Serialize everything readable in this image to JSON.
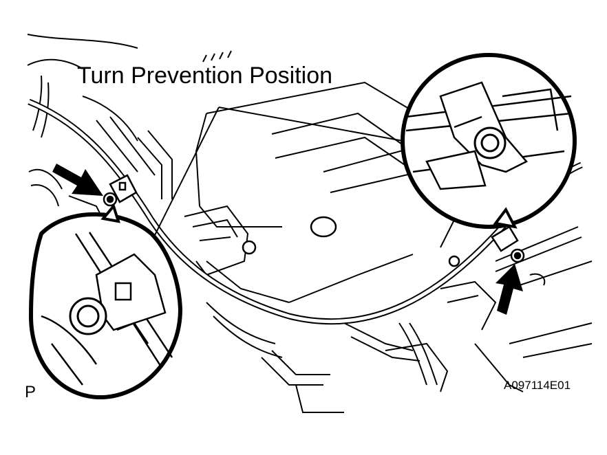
{
  "diagram": {
    "title": "Turn Prevention Position",
    "corner_mark": "P",
    "figure_code": "A097114E01",
    "colors": {
      "ink": "#000000",
      "paper": "#ffffff"
    }
  }
}
